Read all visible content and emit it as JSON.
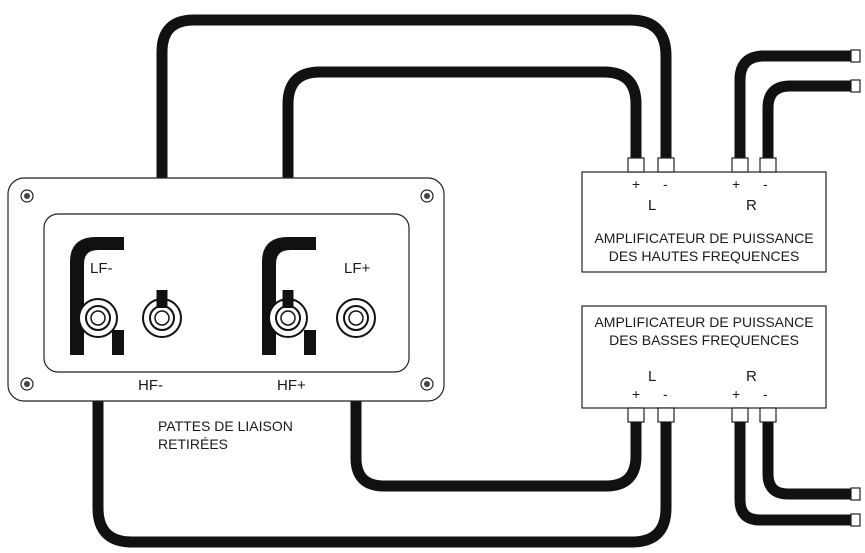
{
  "terminal_plate": {
    "lf_minus": "LF-",
    "lf_plus": "LF+",
    "hf_minus": "HF-",
    "hf_plus": "HF+",
    "note_line1": "PATTES DE LIAISON",
    "note_line2": "RETIRÉES"
  },
  "amp_high": {
    "title_line1": "AMPLIFICATEUR DE PUISSANCE",
    "title_line2": "DES HAUTES FREQUENCES",
    "left_channel": "L",
    "right_channel": "R",
    "plus": "+",
    "minus": "-"
  },
  "amp_low": {
    "title_line1": "AMPLIFICATEUR DE PUISSANCE",
    "title_line2": "DES BASSES FREQUENCES",
    "left_channel": "L",
    "right_channel": "R",
    "plus": "+",
    "minus": "-"
  }
}
